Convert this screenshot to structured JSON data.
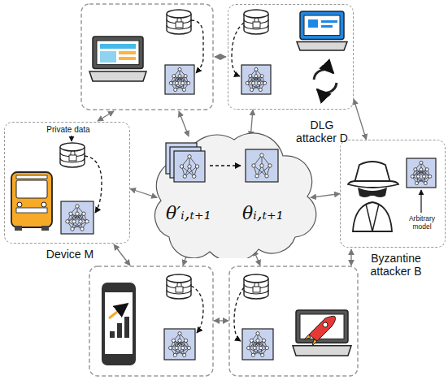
{
  "diagram": {
    "nodes": [
      {
        "text": [
          "DLG attacker D"
        ]
      },
      {
        "text": [
          "Private data",
          "Device M"
        ]
      },
      {
        "text": [
          "θ′ᵢ,ₜ₊₁",
          "θᵢ,ₜ₊₁"
        ]
      },
      {
        "text": [
          "Byzantine attacker B",
          "Arbitrary model"
        ]
      }
    ],
    "edges": [
      {
        "from": 0,
        "to": 3,
        "arrow": "both"
      },
      {
        "from": 0,
        "to": 2,
        "arrow": "both"
      },
      {
        "from": 1,
        "to": 2,
        "arrow": "both"
      },
      {
        "from": 3,
        "to": 2,
        "arrow": "both"
      }
    ]
  }
}
